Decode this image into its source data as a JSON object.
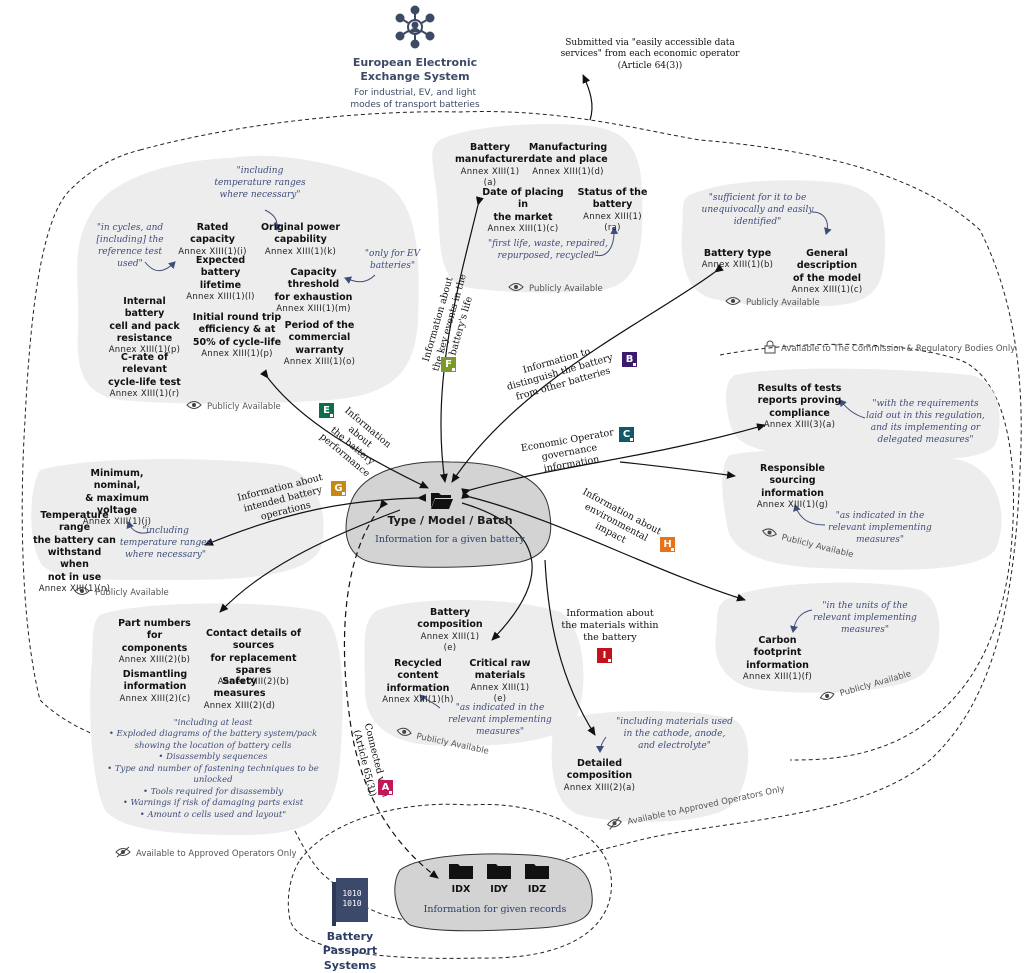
{
  "euro": {
    "icon": "network-people-icon",
    "title1": "European Electronic",
    "title2": "Exchange System",
    "sub1": "For industrial, EV, and light",
    "sub2": "modes of transport batteries"
  },
  "submitted": {
    "l1": "Submitted via \"easily accessible data",
    "l2": "services\" from each economic operator",
    "l3": "(Article 64(3))"
  },
  "center": {
    "icon": "folder-open-icon",
    "title": "Type / Model / Batch",
    "sub": "Information for a given battery"
  },
  "records": {
    "folders": [
      "IDX",
      "IDY",
      "IDZ"
    ],
    "sub": "Information for given records"
  },
  "bps": {
    "icon": "binary-document-icon",
    "title1": "Battery Passport",
    "title2": "Systems"
  },
  "access": {
    "public": "Publicly Available",
    "commission": "Available to The Commission & Regulatory Bodies Only",
    "approved": "Available to Approved Operators Only"
  },
  "blobE": {
    "quote_top1": "\"including",
    "quote_top2": "temperature ranges",
    "quote_top3": "where necessary\"",
    "quote_left1": "\"in cycles, and",
    "quote_left2": "[including] the",
    "quote_left3": "reference test used\"",
    "quote_right1": "\"only for EV",
    "quote_right2": "batteries\"",
    "items": [
      {
        "t1": "Rated capacity",
        "t2": "",
        "a": "Annex XIII(1)(i)"
      },
      {
        "t1": "Original power",
        "t2": "capability",
        "a": "Annex XIII(1)(k)"
      },
      {
        "t1": "Expected battery",
        "t2": "lifetime",
        "a": "Annex XIII(1)(l)"
      },
      {
        "t1": "Capacity threshold",
        "t2": "for exhaustion",
        "a": "Annex XIII(1)(m)"
      },
      {
        "t1": "Internal battery",
        "t2": "cell and pack",
        "t3": "resistance",
        "a": "Annex XIII(1)(p)"
      },
      {
        "t1": "Initial round trip",
        "t2": "efficiency & at",
        "t3": "50% of cycle-life",
        "a": "Annex XIII(1)(p)"
      },
      {
        "t1": "Period of the",
        "t2": "commercial",
        "t3": "warranty",
        "a": "Annex XIII(1)(o)"
      },
      {
        "t1": "C-rate of relevant",
        "t2": "cycle-life test",
        "a": "Annex XIII(1)(r)"
      }
    ]
  },
  "blobF": {
    "items": [
      {
        "t1": "Battery",
        "t2": "manufacturer",
        "a": "Annex XIII(1)(a)"
      },
      {
        "t1": "Manufacturing",
        "t2": "date and place",
        "a": "Annex XIII(1)(d)"
      },
      {
        "t1": "Date of placing in",
        "t2": "the market",
        "a": "Annex XIII(1)(c)"
      },
      {
        "t1": "Status of the",
        "t2": "battery",
        "a": "Annex XIII(1)(ra)"
      }
    ],
    "quote1": "\"first life, waste, repaired,",
    "quote2": "repurposed, recycled\""
  },
  "blobB": {
    "quote1": "\"sufficient for it to be",
    "quote2": "unequivocally and easily",
    "quote3": "identified\"",
    "items": [
      {
        "t1": "Battery type",
        "t2": "",
        "a": "Annex XIII(1)(b)"
      },
      {
        "t1": "General description",
        "t2": "of the model",
        "a": "Annex XIII(1)(c)"
      }
    ]
  },
  "blobC1": {
    "t1": "Results of tests",
    "t2": "reports proving",
    "t3": "compliance",
    "a": "Annex XIII(3)(a)",
    "quote1": "\"with the requirements",
    "quote2": "laid out in this regulation,",
    "quote3": "and its implementing or",
    "quote4": "delegated measures\""
  },
  "blobC2": {
    "t1": "Responsible sourcing",
    "t2": "information",
    "a": "Annex XIII(1)(g)",
    "quote1": "\"as indicated in the",
    "quote2": "relevant implementing",
    "quote3": "measures\""
  },
  "blobG": {
    "i1_t1": "Minimum, nominal,",
    "i1_t2": "& maximum voltage",
    "i1_a": "Annex XIII(1)(j)",
    "i2_t1": "Temperature range",
    "i2_t2": "the battery can",
    "i2_t3": "withstand when",
    "i2_t4": "not in use",
    "i2_a": "Annex XIII(1)(n)",
    "quote1": "\"including",
    "quote2": "temperature ranges",
    "quote3": "where necessary\""
  },
  "blobH": {
    "quote1": "\"in the units of the",
    "quote2": "relevant implementing",
    "quote3": "measures\"",
    "t1": "Carbon footprint",
    "t2": "information",
    "a": "Annex XIII(1)(f)"
  },
  "blobI": {
    "items": [
      {
        "t1": "Battery",
        "t2": "composition",
        "a": "Annex XIII(1)(e)"
      },
      {
        "t1": "Recycled content",
        "t2": "information",
        "a": "Annex XIII(1)(h)"
      },
      {
        "t1": "Critical raw",
        "t2": "materials",
        "a": "Annex XIII(1)(e)"
      }
    ],
    "quote1": "\"as indicated in the",
    "quote2": "relevant implementing",
    "quote3": "measures\""
  },
  "blobI2": {
    "quote1": "\"including materials used",
    "quote2": "in the cathode, anode,",
    "quote3": "and electrolyte\"",
    "t1": "Detailed",
    "t2": "composition",
    "a": "Annex XIII(2)(a)"
  },
  "blobD": {
    "items": [
      {
        "t1": "Part numbers for",
        "t2": "components",
        "a": "Annex XIII(2)(b)"
      },
      {
        "t1": "Contact details of sources",
        "t2": "for replacement spares",
        "a": "Annex XIII(2)(b)"
      },
      {
        "t1": "Dismantling",
        "t2": "information",
        "a": "Annex XIII(2)(c)"
      },
      {
        "t1": "Safety measures",
        "t2": "",
        "a": "Annex XIII(2)(d)"
      }
    ],
    "quote_head": "\"including at least",
    "list": [
      "Exploded diagrams of the battery system/pack",
      "showing the location of battery cells",
      "Disassembly sequences",
      "Type and number of fastening techniques to be",
      "unlocked",
      "Tools required for disassembly",
      "Warnings if risk of damaging parts exist",
      "Amount o cells used and layout\""
    ]
  },
  "edges": {
    "E": {
      "l1": "Information about",
      "l2": "the battery",
      "l3": "performance"
    },
    "F": {
      "l1": "Information about",
      "l2": "the key events in the",
      "l3": "battery's life"
    },
    "B": {
      "l1": "Information to",
      "l2": "distinguish the battery",
      "l3": "from other batteries"
    },
    "C": {
      "l1": "Economic Operator",
      "l2": "governance information"
    },
    "G": {
      "l1": "Information about",
      "l2": "intended battery",
      "l3": "operations"
    },
    "H": {
      "l1": "Information about",
      "l2": "environmental impact"
    },
    "I": {
      "l1": "Information about",
      "l2": "the materials within",
      "l3": "the battery"
    },
    "A": {
      "l1": "Connected with",
      "l2": "(Article 65(3))"
    }
  },
  "badges": {
    "A": {
      "label": "A",
      "color": "#c2185b"
    },
    "B": {
      "label": "B",
      "color": "#3c1a6e"
    },
    "C": {
      "label": "C",
      "color": "#10586a"
    },
    "E": {
      "label": "E",
      "color": "#0f6e4a"
    },
    "F": {
      "label": "F",
      "color": "#7c9a2a"
    },
    "G": {
      "label": "G",
      "color": "#c58a16"
    },
    "H": {
      "label": "H",
      "color": "#e8711a"
    },
    "I": {
      "label": "I",
      "color": "#c4121c"
    }
  }
}
